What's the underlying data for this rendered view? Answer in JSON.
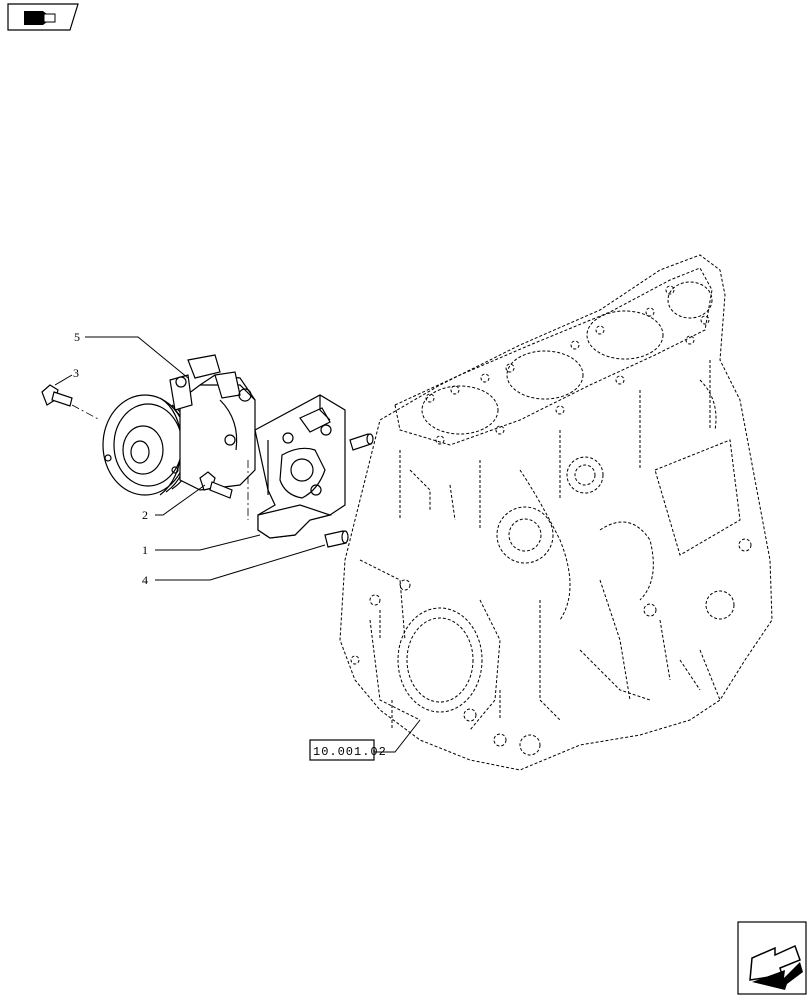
{
  "callouts": [
    {
      "label": "5"
    },
    {
      "label": "3"
    },
    {
      "label": "2"
    },
    {
      "label": "1"
    },
    {
      "label": "4"
    }
  ],
  "reference": {
    "label": "10.001.02"
  },
  "icons": {
    "top_left": "book-with-arrow-icon",
    "bottom_right": "next-page-arrow-icon"
  }
}
